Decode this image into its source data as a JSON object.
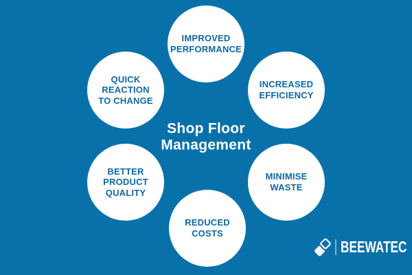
{
  "title": {
    "text": "Shop Floor\nManagement"
  },
  "nodes": [
    {
      "id": "improved-performance",
      "label": "IMPROVED\nPERFORMANCE"
    },
    {
      "id": "quick-reaction-to-change",
      "label": "QUICK\nREACTION\nTO CHANGE"
    },
    {
      "id": "increased-efficiency",
      "label": "INCREASED\nEFFICIENCY"
    },
    {
      "id": "better-product-quality",
      "label": "BETTER\nPRODUCT\nQUALITY"
    },
    {
      "id": "minimise-waste",
      "label": "MINIMISE\nWASTE"
    },
    {
      "id": "reduced-costs",
      "label": "REDUCED\nCOSTS"
    }
  ],
  "logo": {
    "wordmark": "BEEWATEC",
    "icon": "beewatec-diamond-icon"
  },
  "colors": {
    "background": "#0971A9",
    "circle_fill": "#FFFFFF",
    "circle_text": "#0E68A4",
    "title_text": "#FFFFFF",
    "logo_text": "#FFFFFF",
    "logo_separator": "#7FB2D2"
  }
}
